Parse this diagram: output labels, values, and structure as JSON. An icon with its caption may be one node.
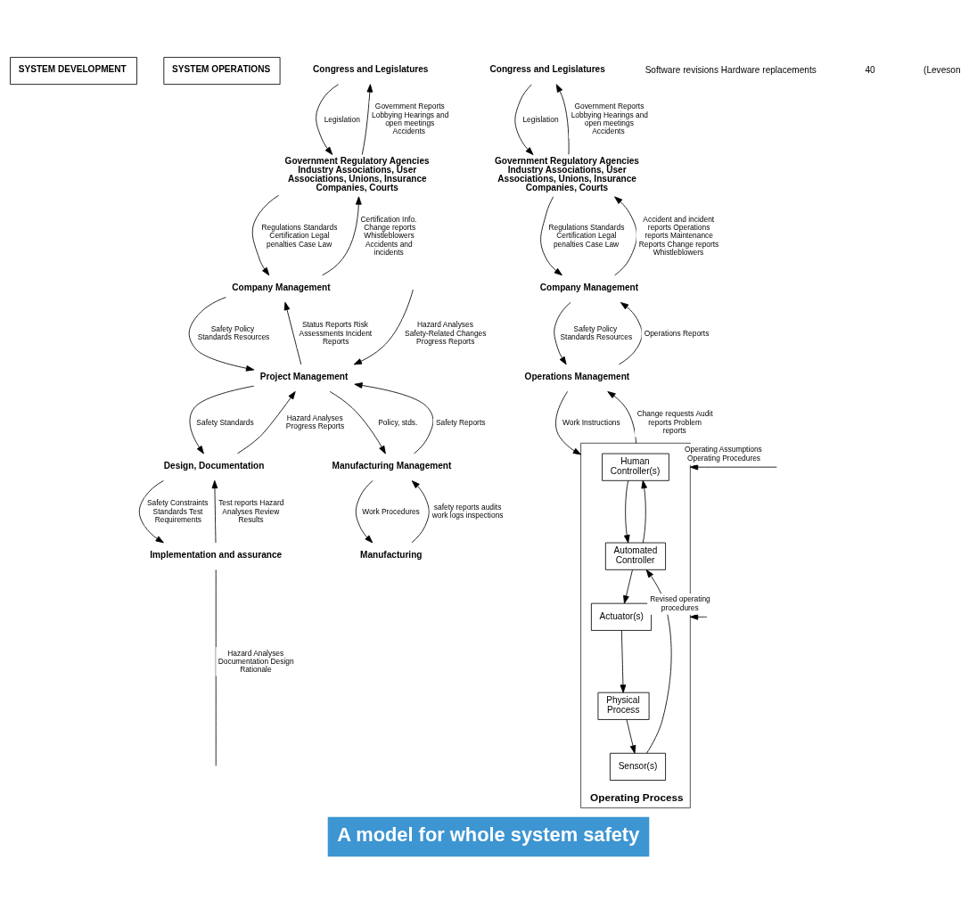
{
  "diagram": {
    "title": "A model for whole system safety",
    "nodes": [
      {
        "text": [
          "SYSTEM DEVELOPMENT"
        ]
      },
      {
        "text": [
          "SYSTEM OPERATIONS"
        ]
      },
      {
        "text": [
          "Congress and Legislatures"
        ]
      },
      {
        "text": [
          "Government Regulatory Agencies Industry Associations, User Associations, Unions, Insurance Companies, Courts"
        ]
      },
      {
        "text": [
          "Company Management"
        ]
      },
      {
        "text": [
          "Project Management"
        ]
      },
      {
        "text": [
          "Design, Documentation"
        ]
      },
      {
        "text": [
          "Implementation and assurance"
        ]
      },
      {
        "text": [
          "Manufacturing Management"
        ]
      },
      {
        "text": [
          "Manufacturing"
        ]
      },
      {
        "text": [
          "Congress and Legislatures"
        ]
      },
      {
        "text": [
          "Government Regulatory Agencies Industry Associations, User Associations, Unions, Insurance Companies, Courts"
        ]
      },
      {
        "text": [
          "Company Management"
        ]
      },
      {
        "text": [
          "Operations Management"
        ]
      },
      {
        "text": [
          "Operating Process"
        ]
      },
      {
        "text": [
          "Human Controller(s)"
        ],
        "in": 14
      },
      {
        "text": [
          "Automated Controller"
        ],
        "in": 14
      },
      {
        "text": [
          "Actuator(s)"
        ],
        "in": 14
      },
      {
        "text": [
          "Sensor(s)"
        ],
        "in": 14
      },
      {
        "text": [
          "Physical Process"
        ],
        "in": 14
      }
    ],
    "edges": [
      {
        "from": 2,
        "to": 3,
        "arrow": "to",
        "label": "Legislation"
      },
      {
        "from": 3,
        "to": 2,
        "arrow": "to",
        "label": "Government Reports Lobbying Hearings and open meetings Accidents"
      },
      {
        "from": 3,
        "to": 4,
        "arrow": "to",
        "label": "Regulations Standards Certification Legal penalties Case Law"
      },
      {
        "from": 4,
        "to": 3,
        "arrow": "to",
        "label": "Certification Info. Change reports Whistleblowers Accidents and incidents"
      },
      {
        "from": 4,
        "to": 5,
        "arrow": "to",
        "label": "Safety Policy Standards Resources"
      },
      {
        "from": 5,
        "to": 4,
        "arrow": "to",
        "label": "Status Reports Risk Assessments Incident Reports"
      },
      {
        "from": 5,
        "to": 8,
        "arrow": "to",
        "label": "Policy, stds."
      },
      {
        "from": 8,
        "to": 5,
        "arrow": "to",
        "label": "Safety Reports"
      },
      {
        "from": 5,
        "to": 6,
        "arrow": "to",
        "label": "Safety Standards"
      },
      {
        "from": 6,
        "to": 5,
        "arrow": "to",
        "label": "Hazard Analyses Progress Reports"
      },
      {
        "from": 6,
        "to": 7,
        "arrow": "to",
        "label": "Safety Constraints Standards Test Requirements"
      },
      {
        "from": 7,
        "to": 6,
        "arrow": "to",
        "label": "Test reports Hazard Analyses Review Results"
      },
      {
        "from": 8,
        "to": 9,
        "arrow": "to",
        "label": "Work Procedures"
      },
      {
        "from": 9,
        "to": 8,
        "arrow": "to",
        "label": "safety reports audits work logs inspections"
      },
      {
        "from": 7,
        "to": null,
        "arrow": "none",
        "label": "Hazard Analyses Documentation Design Rationale"
      },
      {
        "from": null,
        "to": 5,
        "arrow": "to",
        "label": "Hazard Analyses Safety-Related Changes Progress Reports"
      },
      {
        "from": 10,
        "to": 11,
        "arrow": "to",
        "label": "Legislation"
      },
      {
        "from": 11,
        "to": 10,
        "arrow": "to",
        "label": "Government Reports Lobbying Hearings and open meetings Accidents"
      },
      {
        "from": 11,
        "to": 12,
        "arrow": "to",
        "label": "Regulations Standards Certification Legal penalties Case Law"
      },
      {
        "from": 12,
        "to": 11,
        "arrow": "to",
        "label": "Accident and incident reports Operations reports Maintenance Reports Change reports Whistleblowers"
      },
      {
        "from": 12,
        "to": 13,
        "arrow": "to",
        "label": "Safety Policy Standards Resources"
      },
      {
        "from": 13,
        "to": 12,
        "arrow": "to",
        "label": "Operations Reports"
      },
      {
        "from": 13,
        "to": 14,
        "arrow": "to",
        "label": "Work Instructions"
      },
      {
        "from": 14,
        "to": 13,
        "arrow": "to",
        "label": "Change requests Audit reports Problem reports"
      },
      {
        "from": null,
        "to": 14,
        "arrow": "to",
        "label": "Operating Assumptions Operating Procedures"
      },
      {
        "from": null,
        "to": 14,
        "arrow": "to",
        "label": "Revised operating procedures"
      },
      {
        "from": 15,
        "to": 16,
        "arrow": "to"
      },
      {
        "from": 16,
        "to": 15,
        "arrow": "to"
      },
      {
        "from": 16,
        "to": 17,
        "arrow": "to"
      },
      {
        "from": 17,
        "to": 19,
        "arrow": "to"
      },
      {
        "from": 19,
        "to": 18,
        "arrow": "to"
      },
      {
        "from": 18,
        "to": 16,
        "arrow": "to"
      }
    ],
    "labels": [
      "Software revisions Hardware replacements",
      "40",
      "(Leveson"
    ]
  }
}
